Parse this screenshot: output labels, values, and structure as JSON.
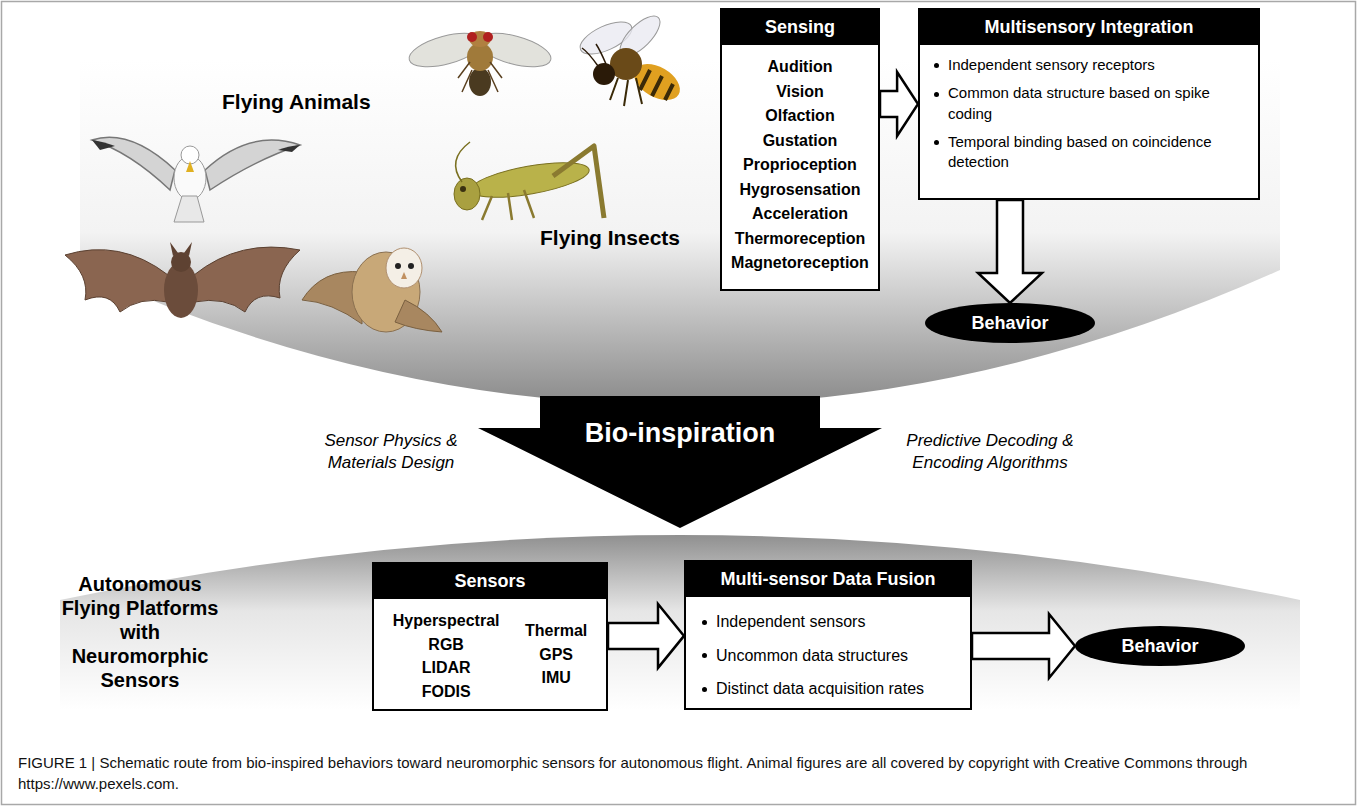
{
  "diagram": {
    "caption": "FIGURE 1 | Schematic route from bio-inspired behaviors toward neuromorphic sensors for autonomous flight. Animal figures are all covered by copyright with Creative Commons through https://www.pexels.com.",
    "nodes": [
      {
        "text": [
          "Sensing",
          "Audition",
          "Vision",
          "Olfaction",
          "Gustation",
          "Proprioception",
          "Hygrosensation",
          "Acceleration",
          "Thermoreception",
          "Magnetoreception"
        ]
      },
      {
        "text": [
          "Multisensory Integration",
          "Independent sensory receptors",
          "Common data structure based on spike coding",
          "Temporal binding based on coincidence detection"
        ]
      },
      {
        "text": [
          "Behavior"
        ]
      },
      {
        "text": [
          "Bio-inspiration"
        ]
      },
      {
        "text": [
          "Sensors",
          "Hyperspectral",
          "RGB",
          "LIDAR",
          "FODIS",
          "Thermal",
          "GPS",
          "IMU"
        ]
      },
      {
        "text": [
          "Multi-sensor Data Fusion",
          "Independent sensors",
          "Uncommon data structures",
          "Distinct data acquisition rates"
        ]
      },
      {
        "text": [
          "Behavior"
        ]
      }
    ],
    "edges": [
      {
        "from": 0,
        "to": 1,
        "arrow": "to"
      },
      {
        "from": 1,
        "to": 2,
        "arrow": "to"
      },
      {
        "from": 4,
        "to": 5,
        "arrow": "to"
      },
      {
        "from": 5,
        "to": 6,
        "arrow": "to"
      }
    ],
    "labels": [
      "Flying Animals",
      "Flying Insects",
      "Sensor Physics & Materials Design",
      "Predictive Decoding & Encoding Algorithms",
      "Autonomous Flying Platforms with Neuromorphic Sensors"
    ]
  }
}
